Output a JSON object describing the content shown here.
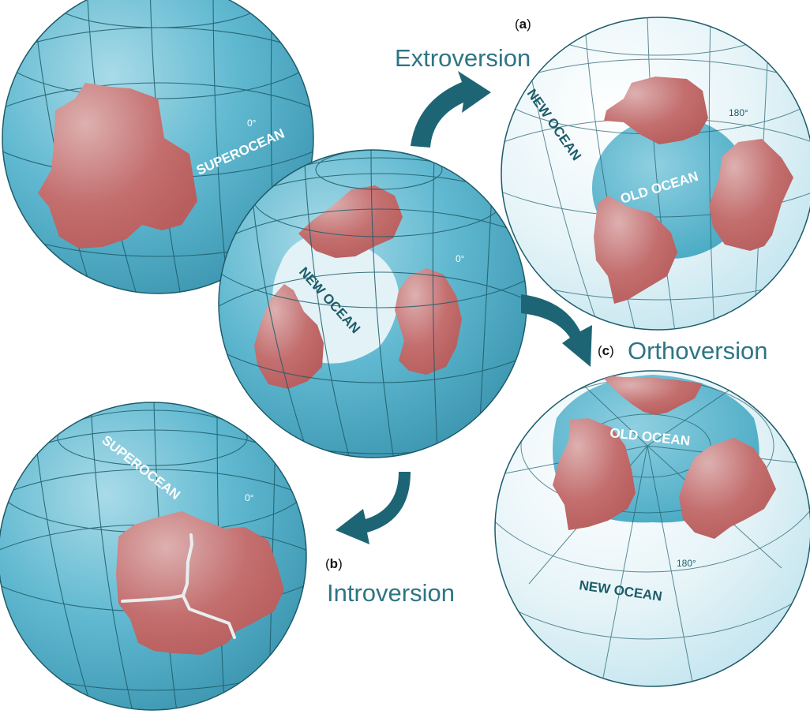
{
  "globes": {
    "start": {
      "ocean_label": "SUPEROCEAN",
      "degree_label": "0°"
    },
    "middle": {
      "ocean_label": "NEW OCEAN",
      "degree_label": "0°"
    },
    "extroversion": {
      "new_ocean_label": "NEW OCEAN",
      "old_ocean_label": "OLD OCEAN",
      "degree_label": "180°"
    },
    "introversion": {
      "ocean_label": "SUPEROCEAN",
      "degree_label": "0°"
    },
    "orthoversion": {
      "old_ocean_label": "OLD OCEAN",
      "new_ocean_label": "NEW OCEAN",
      "degree_label": "180°"
    }
  },
  "panels": {
    "a": {
      "letter_open": "(",
      "letter": "a",
      "letter_close": ")",
      "title": "Extroversion"
    },
    "b": {
      "letter_open": "(",
      "letter": "b",
      "letter_close": ")",
      "title": "Introversion"
    },
    "c": {
      "letter_open": "(",
      "letter": "c",
      "letter_close": ")",
      "title": "Orthoversion"
    }
  },
  "colors": {
    "ocean": "#5fb8d0",
    "ocean_dark": "#3f98b2",
    "continent": "#c26d6d",
    "new_ocean": "#e2f2f6",
    "grid": "#1d5c6a",
    "arrow": "#1d6575",
    "title_text": "#2d7585"
  }
}
